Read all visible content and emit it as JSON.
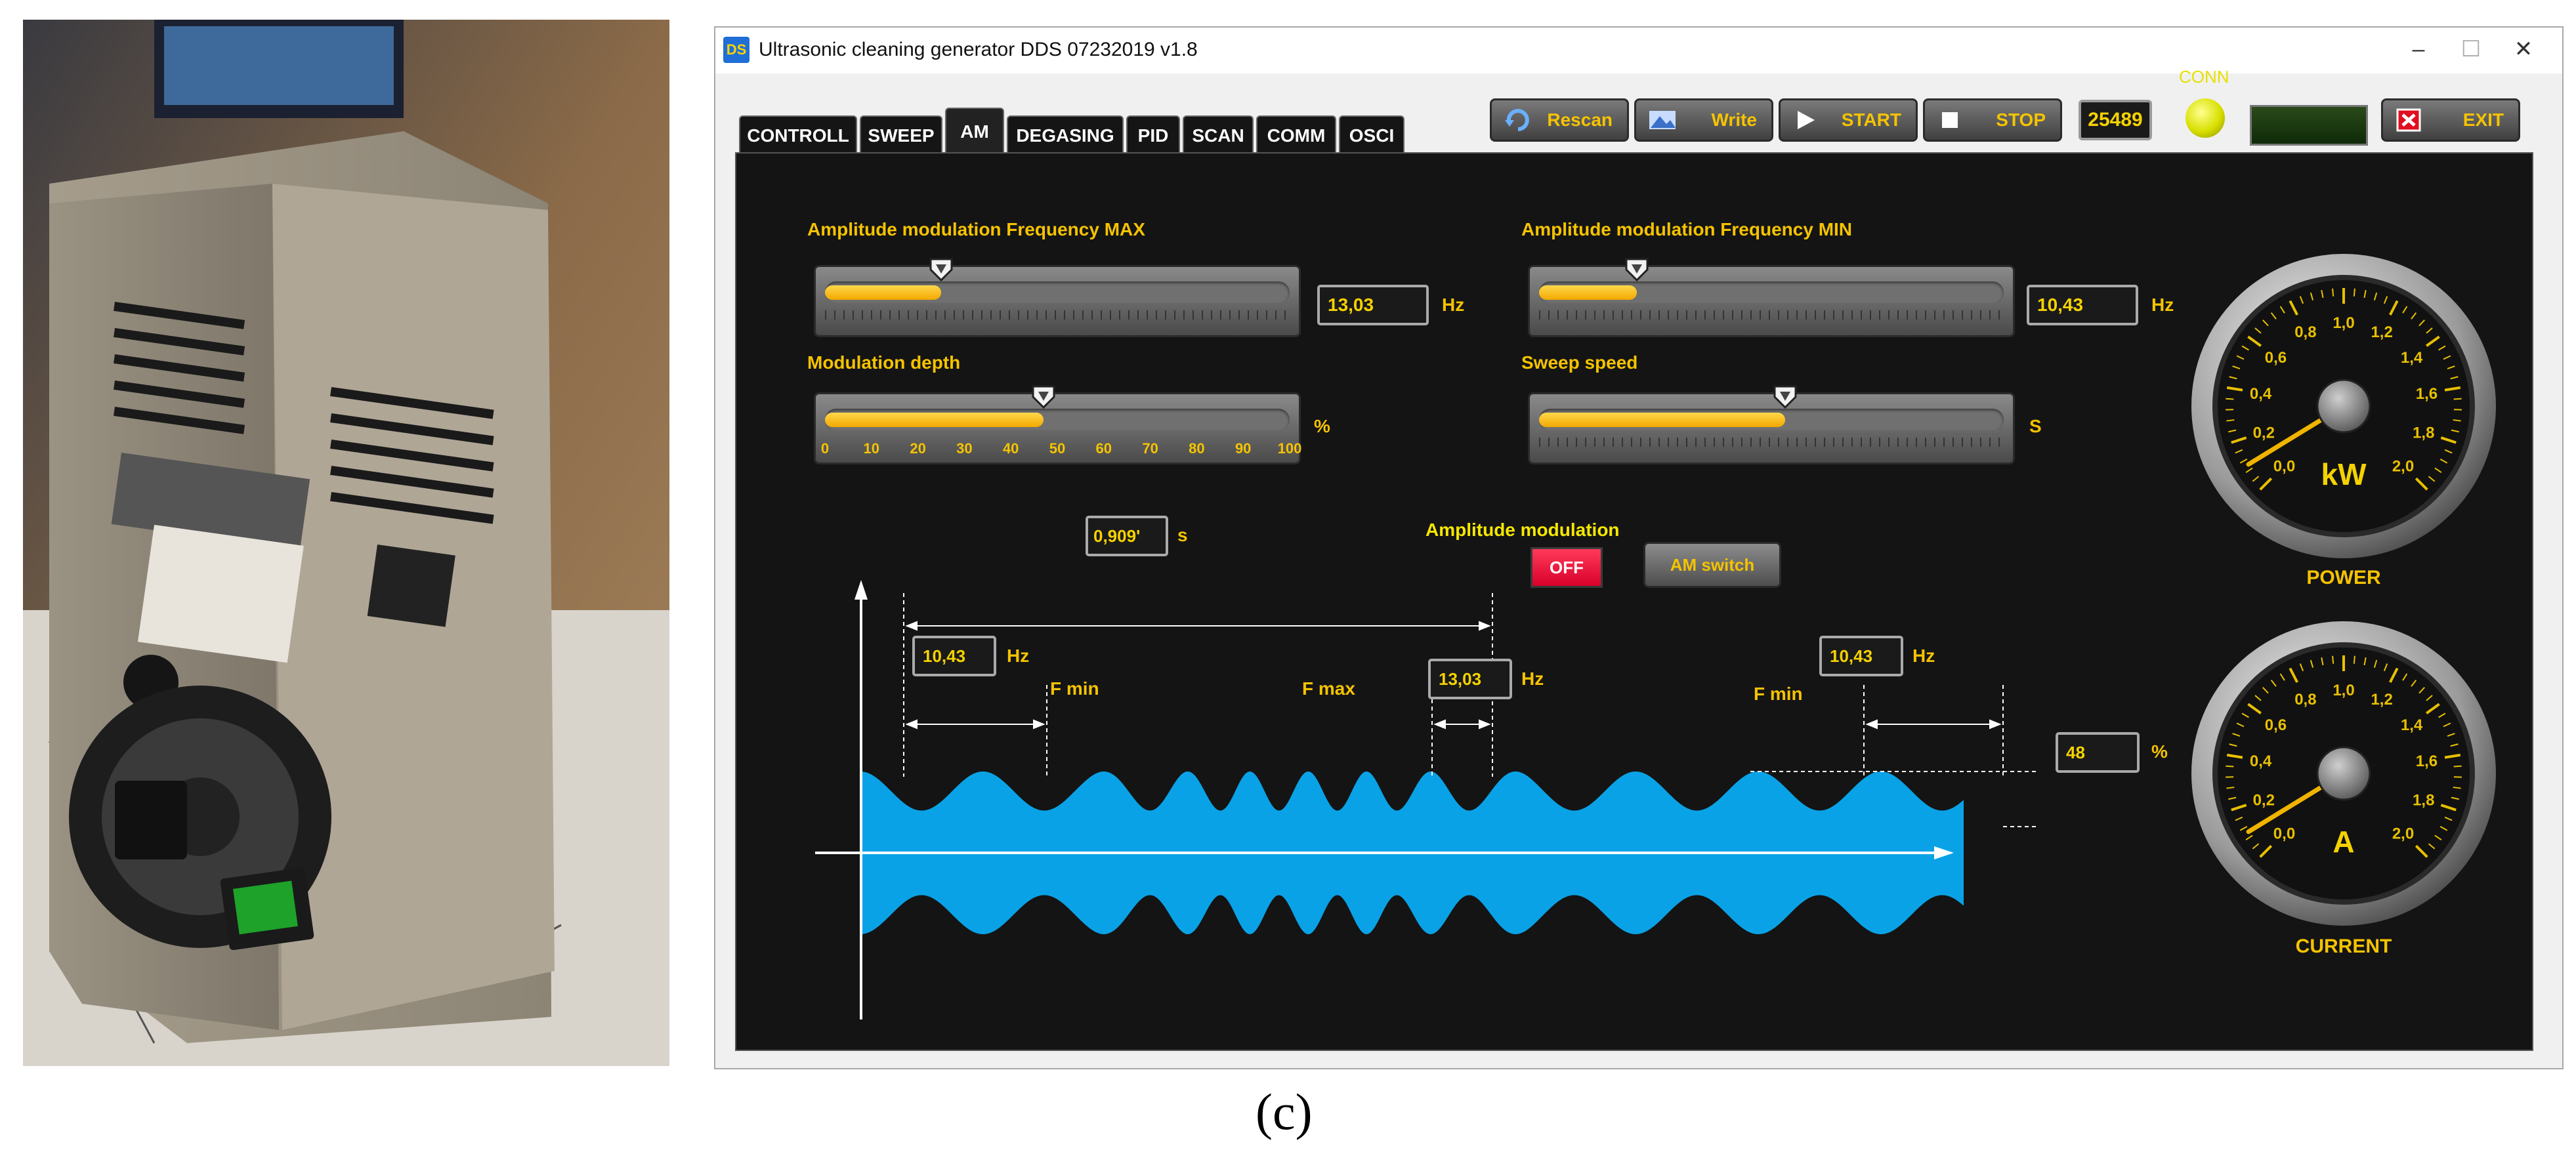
{
  "window": {
    "icon_text": "DS",
    "title": "Ultrasonic cleaning generator DDS 07232019 v1.8",
    "minimize": "–",
    "maximize": "☐",
    "close": "✕"
  },
  "tabs": [
    {
      "label": "CONTROLL",
      "active": false
    },
    {
      "label": "SWEEP",
      "active": false
    },
    {
      "label": "AM",
      "active": true
    },
    {
      "label": "DEGASING",
      "active": false
    },
    {
      "label": "PID",
      "active": false
    },
    {
      "label": "SCAN",
      "active": false
    },
    {
      "label": "COMM",
      "active": false
    },
    {
      "label": "OSCI",
      "active": false
    }
  ],
  "toolbar": {
    "rescan": "Rescan",
    "write": "Write",
    "start": "START",
    "stop": "STOP",
    "counter": "25489",
    "conn_label": "CONN",
    "exit": "EXIT"
  },
  "am_panel": {
    "fmax_label": "Amplitude modulation Frequency MAX",
    "fmax_value": "13,03",
    "fmax_unit": "Hz",
    "fmax_level": 0.25,
    "fmin_label": "Amplitude modulation Frequency MIN",
    "fmin_value": "10,43",
    "fmin_unit": "Hz",
    "fmin_level": 0.21,
    "depth_label": "Modulation depth",
    "depth_unit": "%",
    "depth_level": 0.47,
    "depth_scale": [
      "0",
      "10",
      "20",
      "30",
      "40",
      "50",
      "60",
      "70",
      "80",
      "90",
      "100"
    ],
    "sweep_label": "Sweep speed",
    "sweep_unit": "S",
    "sweep_level": 0.53,
    "am_label": "Amplitude modulation",
    "am_state": "OFF",
    "am_switch": "AM switch"
  },
  "diagram": {
    "period_value": "0,909'",
    "period_unit": "s",
    "fmin_left_value": "10,43",
    "fmin_left_unit": "Hz",
    "fmin_left_label": "F min",
    "fmax_label": "F max",
    "fmax_value": "13,03",
    "fmax_unit": "Hz",
    "fmin_right_label": "F min",
    "fmin_right_value": "10,43",
    "fmin_right_unit": "Hz",
    "depth_value": "48",
    "depth_unit": "%",
    "wave_color": "#0aa2e6"
  },
  "gauges": [
    {
      "name": "POWER",
      "unit": "kW",
      "ticks": [
        "0,0",
        "0,2",
        "0,4",
        "0,6",
        "0,8",
        "1,0",
        "1,2",
        "1,4",
        "1,6",
        "1,8",
        "2,0"
      ],
      "value": 0.1
    },
    {
      "name": "CURRENT",
      "unit": "A",
      "ticks": [
        "0,0",
        "0,2",
        "0,4",
        "0,6",
        "0,8",
        "1,0",
        "1,2",
        "1,4",
        "1,6",
        "1,8",
        "2,0"
      ],
      "value": 0.1
    }
  ],
  "caption": "(c)"
}
